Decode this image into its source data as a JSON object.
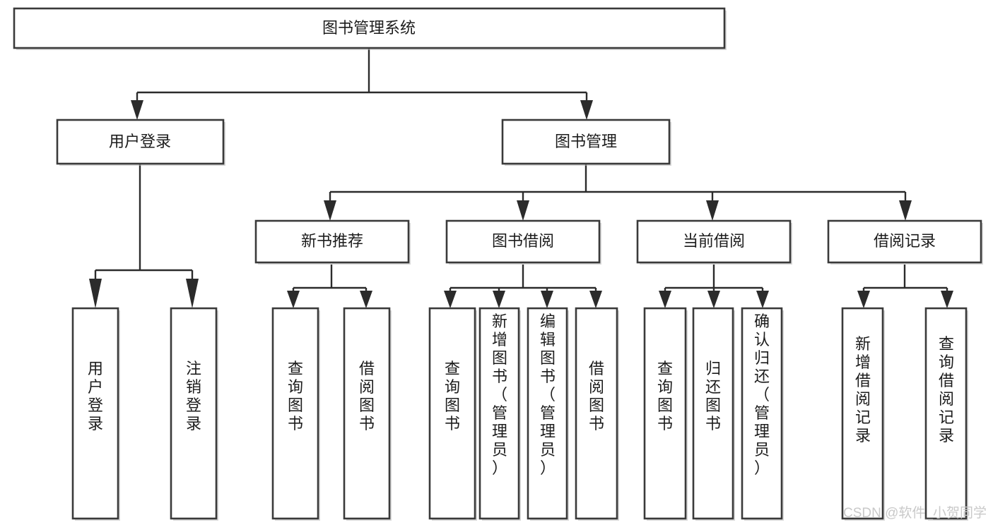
{
  "diagram": {
    "type": "tree-hierarchy-chart",
    "title": "图书管理系统",
    "orientation": "top-down",
    "colors": {
      "box_stroke": "#3a3a3a",
      "box_fill": "#ffffff",
      "connector": "#2b2b2b",
      "text": "#1c1c1c",
      "watermark": "#c9c9c9",
      "background": "#ffffff"
    },
    "root": {
      "id": "root",
      "label": "图书管理系统"
    },
    "level2": [
      {
        "id": "user-login",
        "label": "用户登录"
      },
      {
        "id": "book-manage",
        "label": "图书管理"
      }
    ],
    "level3": [
      {
        "id": "new-book-recommend",
        "label": "新书推荐",
        "parent": "book-manage"
      },
      {
        "id": "book-borrow",
        "label": "图书借阅",
        "parent": "book-manage"
      },
      {
        "id": "current-borrow",
        "label": "当前借阅",
        "parent": "book-manage"
      },
      {
        "id": "borrow-record",
        "label": "借阅记录",
        "parent": "book-manage"
      }
    ],
    "leaves": [
      {
        "id": "leaf-user-login",
        "label": "用户登录",
        "parent": "user-login"
      },
      {
        "id": "leaf-logout",
        "label": "注销登录",
        "parent": "user-login"
      },
      {
        "id": "leaf-query-book-1",
        "label": "查询图书",
        "parent": "new-book-recommend"
      },
      {
        "id": "leaf-borrow-book-1",
        "label": "借阅图书",
        "parent": "new-book-recommend"
      },
      {
        "id": "leaf-query-book-2",
        "label": "查询图书",
        "parent": "book-borrow"
      },
      {
        "id": "leaf-add-book",
        "label": "新增图书（管理员）",
        "parent": "book-borrow"
      },
      {
        "id": "leaf-edit-book",
        "label": "编辑图书（管理员）",
        "parent": "book-borrow"
      },
      {
        "id": "leaf-borrow-book-2",
        "label": "借阅图书",
        "parent": "book-borrow"
      },
      {
        "id": "leaf-query-book-3",
        "label": "查询图书",
        "parent": "current-borrow"
      },
      {
        "id": "leaf-return-book",
        "label": "归还图书",
        "parent": "current-borrow"
      },
      {
        "id": "leaf-confirm-return",
        "label": "确认归还（管理员）",
        "parent": "current-borrow"
      },
      {
        "id": "leaf-add-record",
        "label": "新增借阅记录",
        "parent": "borrow-record"
      },
      {
        "id": "leaf-query-record",
        "label": "查询借阅记录",
        "parent": "borrow-record"
      }
    ]
  },
  "watermark": {
    "text": "CSDN @软件_小贺同学"
  }
}
